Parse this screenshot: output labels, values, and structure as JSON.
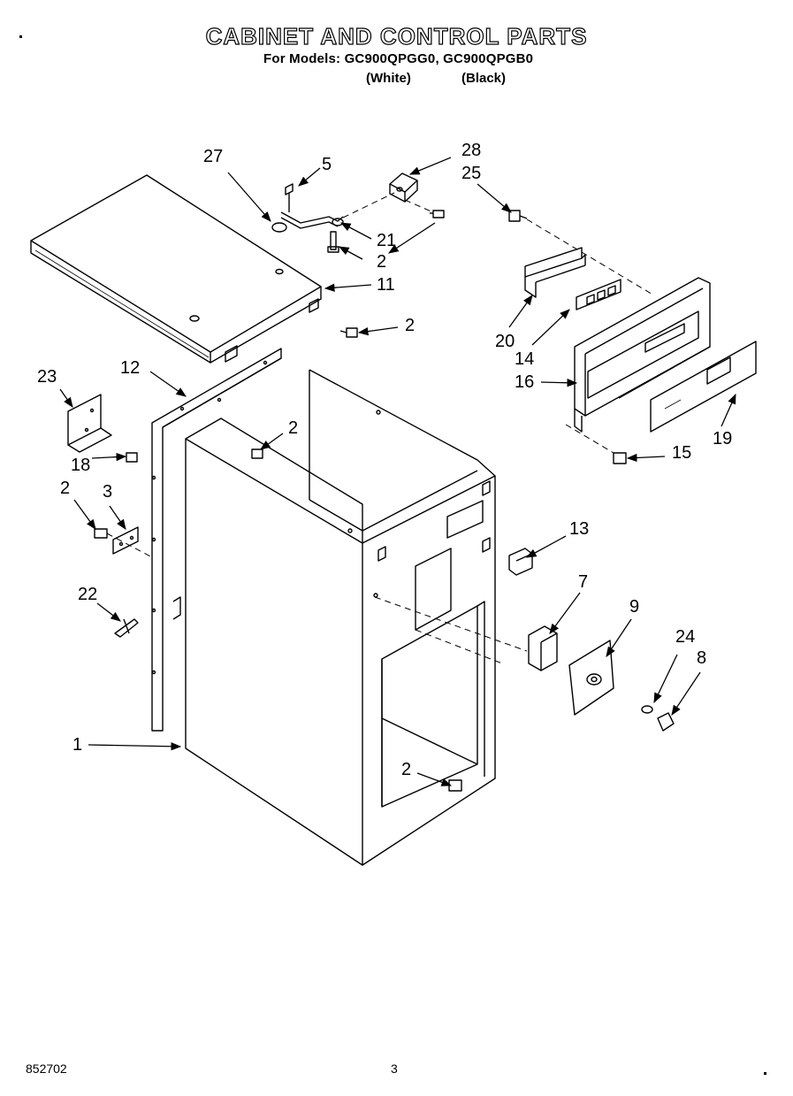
{
  "header": {
    "title": "CABINET AND CONTROL PARTS",
    "subtitle": "For Models: GC900QPGG0, GC900QPGB0",
    "white_label": "(White)",
    "black_label": "(Black)"
  },
  "footer": {
    "doc_number": "852702",
    "page_number": "3"
  },
  "callouts": {
    "c27": "27",
    "c5": "5",
    "c28": "28",
    "c25": "25",
    "c21": "21",
    "c2_top": "2",
    "c11": "11",
    "c2_lid": "2",
    "c20": "20",
    "c14": "14",
    "c16": "16",
    "c19": "19",
    "c15": "15",
    "c23": "23",
    "c12": "12",
    "c2_mid": "2",
    "c18": "18",
    "c2_left": "2",
    "c3": "3",
    "c22": "22",
    "c13": "13",
    "c7": "7",
    "c9": "9",
    "c24": "24",
    "c8": "8",
    "c1": "1",
    "c2_bottom": "2"
  }
}
